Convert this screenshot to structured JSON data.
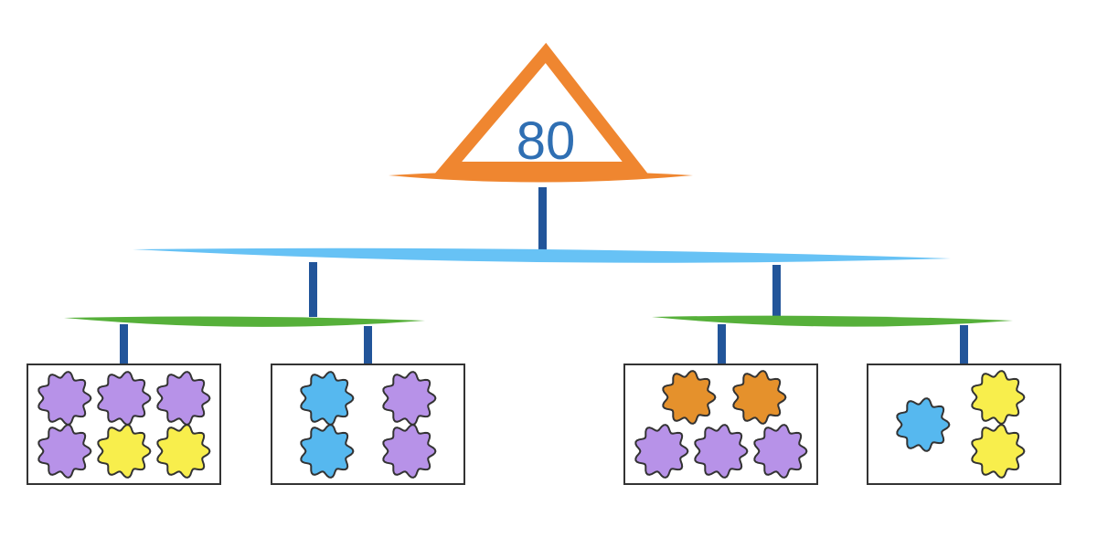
{
  "root": {
    "label": "80"
  },
  "colors": {
    "triangle": "#ef8630",
    "number": "#2f6fb3",
    "stem": "#22559a",
    "bar_top": "#67c2f5",
    "bar_mid": "#56b03a",
    "box_border": "#333333",
    "flower_outline": "#333333"
  },
  "palette": {
    "purple": "#b792e8",
    "yellow": "#f8ee4c",
    "blue": "#56b8ef",
    "orange": "#e5912c"
  },
  "groups": [
    {
      "flowers": [
        "purple",
        "purple",
        "purple",
        "purple",
        "yellow",
        "yellow"
      ]
    },
    {
      "flowers": [
        "blue",
        "purple",
        "blue",
        "purple"
      ]
    },
    {
      "flowers": [
        "orange",
        "orange",
        "purple",
        "purple",
        "purple"
      ]
    },
    {
      "flowers": [
        "blue",
        "yellow",
        "yellow"
      ]
    }
  ]
}
